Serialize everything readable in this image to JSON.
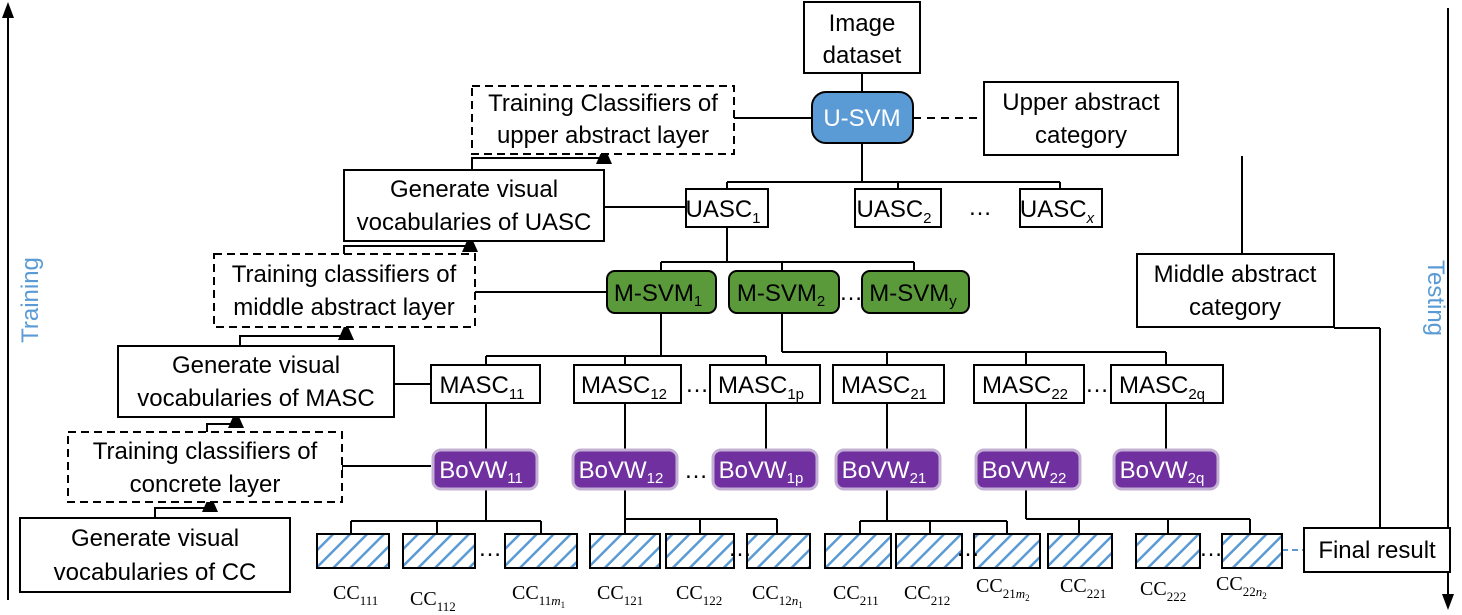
{
  "side": {
    "training": "Training",
    "testing": "Testing"
  },
  "top": {
    "dataset_line1": "Image",
    "dataset_line2": "dataset",
    "usvm": "U-SVM",
    "upper_cat_line1": "Upper abstract",
    "upper_cat_line2": "category",
    "middle_cat_line1": "Middle abstract",
    "middle_cat_line2": "category",
    "final": "Final result"
  },
  "left_steps": {
    "train_upper_line1": "Training Classifiers of",
    "train_upper_line2": "upper abstract layer",
    "gen_uasc_line1": "Generate visual",
    "gen_uasc_line2": "vocabularies of UASC",
    "train_middle_line1": "Training classifiers of",
    "train_middle_line2": "middle abstract layer",
    "gen_masc_line1": "Generate visual",
    "gen_masc_line2": "vocabularies of MASC",
    "train_concrete_line1": "Training classifiers of",
    "train_concrete_line2": "concrete layer",
    "gen_cc_line1": "Generate visual",
    "gen_cc_line2": "vocabularies of CC"
  },
  "uasc": {
    "base": "UASC",
    "sub1": "1",
    "sub2": "2",
    "subx": "x",
    "ellipsis": "…"
  },
  "msvm": {
    "base": "M-SVM",
    "sub1": "1",
    "sub2": "2",
    "suby": "y",
    "ellipsis": "…"
  },
  "masc": {
    "base": "MASC",
    "s11": "11",
    "s12": "12",
    "s1p": "1p",
    "s21": "21",
    "s22": "22",
    "s2q": "2q",
    "ellipsis": "…"
  },
  "bovw": {
    "base": "BoVW",
    "s11": "11",
    "s12": "12",
    "s1p": "1p",
    "s21": "21",
    "s22": "22",
    "s2q": "2q",
    "ellipsis": "…"
  },
  "cc": {
    "base": "CC",
    "s111": "111",
    "s112": "112",
    "s11m_pre": "11",
    "s11m_m": "m",
    "s11m_sub": "1",
    "s121": "121",
    "s122": "122",
    "s12n_pre": "12",
    "s12n_n": "n",
    "s12n_sub": "1",
    "s211": "211",
    "s212": "212",
    "s21m_pre": "21",
    "s21m_m": "m",
    "s21m_sub": "2",
    "s221": "221",
    "s222": "222",
    "s22n_pre": "22",
    "s22n_n": "n",
    "s22n_sub": "2",
    "ellipsis": "…"
  },
  "colors": {
    "usvm_fill": "#5b9bd5",
    "msvm_fill": "#5a9a3a",
    "bovw_fill": "#7030a0",
    "bovw_border": "#c5b0d5",
    "hatch": "#5b9bd5",
    "side_text": "#5b9bd5"
  }
}
